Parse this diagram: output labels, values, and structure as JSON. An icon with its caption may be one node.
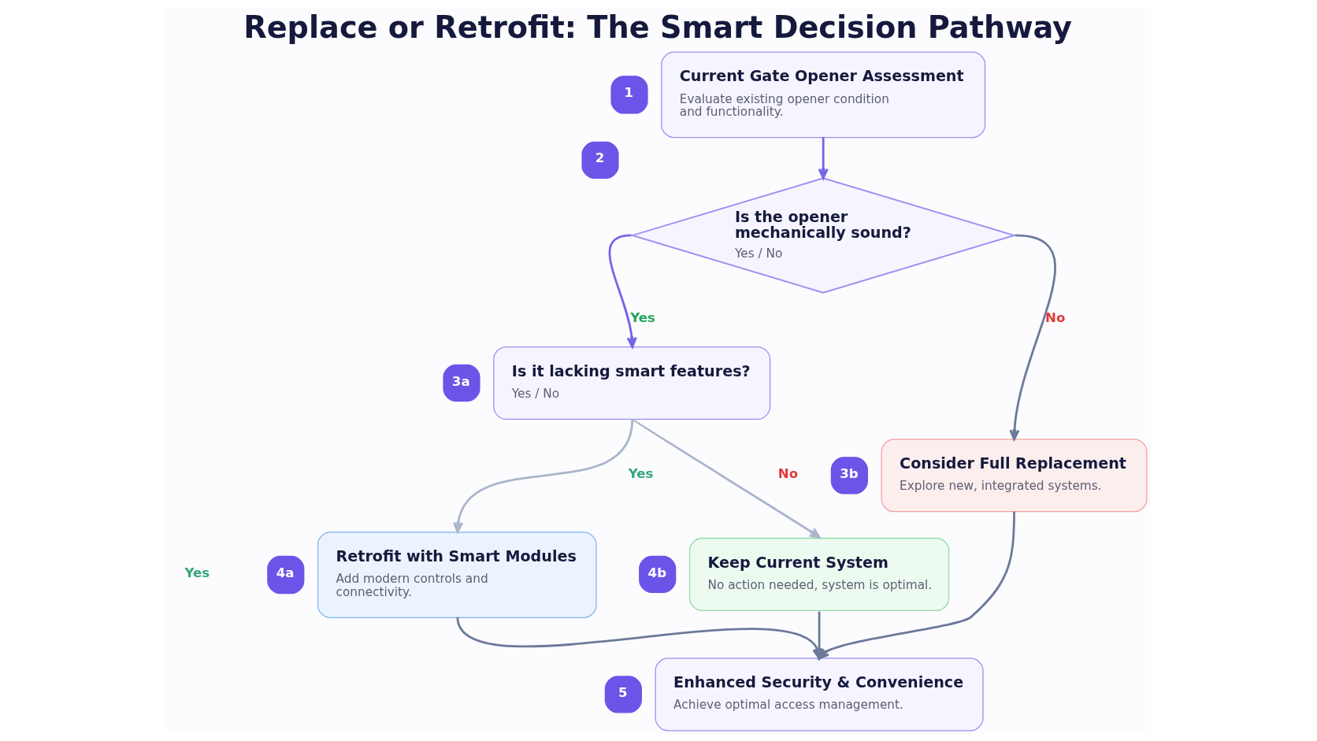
{
  "diagram": {
    "title": "Replace or Retrofit: The Smart Decision Pathway",
    "nodes": [
      {
        "text": [
          "Current Gate Opener Assessment",
          "Evaluate existing opener condition and functionality."
        ],
        "beside": [
          "1"
        ]
      },
      {
        "text": [
          "Is the opener mechanically sound?",
          "Yes / No"
        ],
        "beside": [
          "2"
        ]
      },
      {
        "text": [
          "Is it lacking smart features?",
          "Yes / No"
        ],
        "beside": [
          "3a"
        ]
      },
      {
        "text": [
          "Consider Full Replacement",
          "Explore new, integrated systems."
        ],
        "beside": [
          "3b"
        ]
      },
      {
        "text": [
          "Retrofit with Smart Modules",
          "Add modern controls and connectivity."
        ],
        "beside": [
          "4a"
        ]
      },
      {
        "text": [
          "Keep Current System",
          "No action needed, system is optimal."
        ],
        "beside": [
          "4b"
        ]
      },
      {
        "text": [
          "Enhanced Security & Convenience",
          "Achieve optimal access management."
        ],
        "beside": [
          "5"
        ]
      }
    ],
    "edges": [
      {
        "from": 0,
        "to": 1,
        "arrow": "to",
        "color": "#7566e8"
      },
      {
        "from": 1,
        "to": 2,
        "arrow": "to",
        "label": "Yes",
        "color": "#7566e8"
      },
      {
        "from": 1,
        "to": 3,
        "arrow": "to",
        "label": "No"
      },
      {
        "from": 2,
        "to": 4,
        "arrow": "to",
        "label": "Yes",
        "color": "#a9b5cb"
      },
      {
        "from": 2,
        "to": 5,
        "arrow": "to",
        "label": "No",
        "color": "#a9b5cb"
      },
      {
        "from": 4,
        "to": 6,
        "arrow": "to"
      },
      {
        "from": 5,
        "to": 6,
        "arrow": "to"
      },
      {
        "from": 3,
        "to": 6,
        "arrow": "to"
      }
    ],
    "labels": [
      "Yes"
    ]
  }
}
